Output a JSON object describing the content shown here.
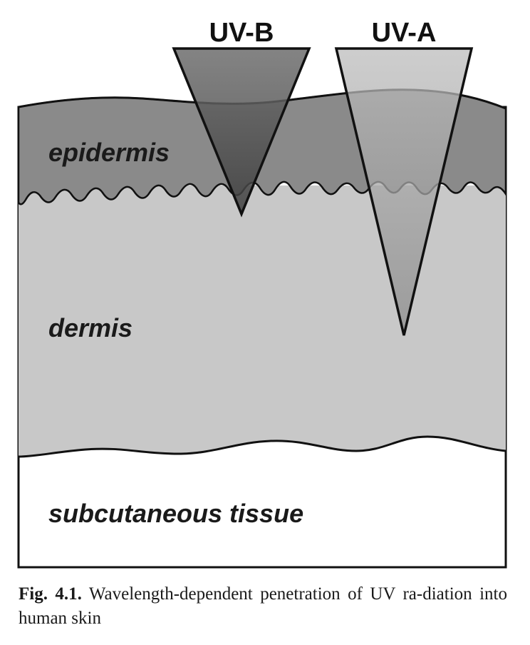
{
  "layers": {
    "epidermis": "epidermis",
    "dermis": "dermis",
    "subcutaneous": "subcutaneous tissue"
  },
  "beams": {
    "uvb": "UV-B",
    "uva": "UV-A"
  },
  "caption": {
    "label": "Fig. 4.1.",
    "text": " Wavelength-dependent penetration of UV ra-­diation into human skin"
  },
  "colors": {
    "epidermis": "#8a8a8a",
    "dermis": "#c8c8c8",
    "subcutaneous": "#ffffff",
    "uvb_beam": "#5a5a5a",
    "uva_beam": "#9e9e9e",
    "outline": "#111111"
  }
}
